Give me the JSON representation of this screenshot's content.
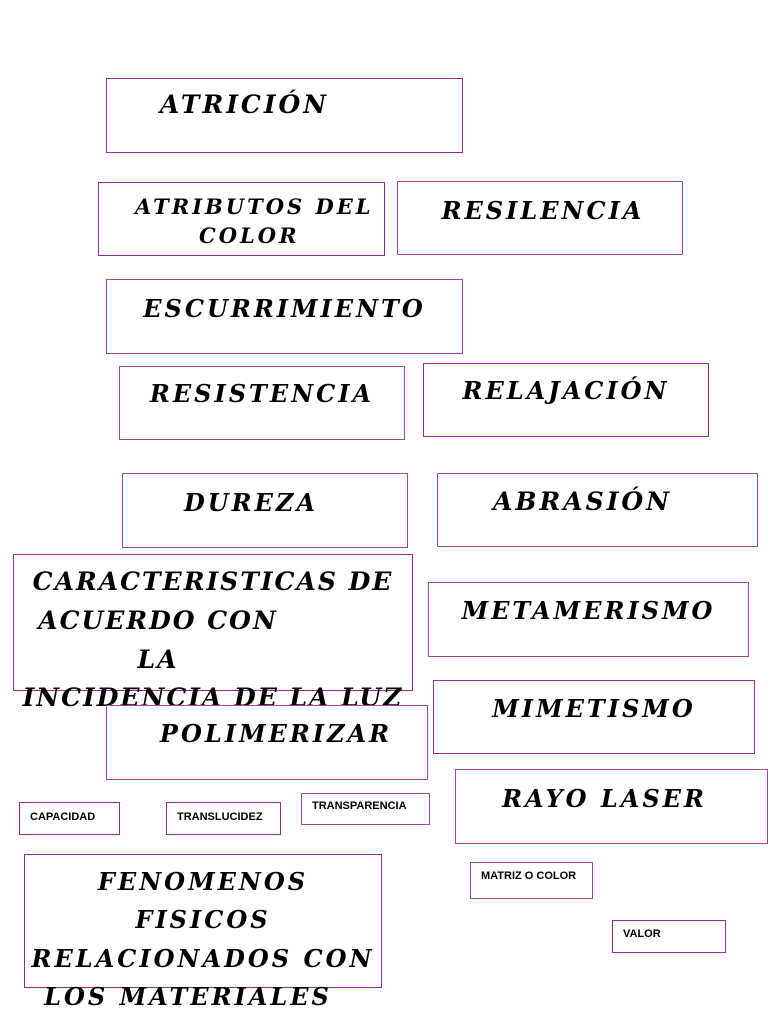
{
  "cards": {
    "atricion": "ATRICIÓN",
    "atributos_line1": "ATRIBUTOS DEL",
    "atributos_line2": "COLOR",
    "resilencia": "RESILENCIA",
    "escurrimiento": "ESCURRIMIENTO",
    "resistencia": "RESISTENCIA",
    "relajacion": "RELAJACIÓN",
    "dureza": "DUREZA",
    "abrasion": "ABRASIÓN",
    "caracteristicas_line1": "CARACTERISTICAS DE",
    "caracteristicas_line2": "ACUERDO CON LA",
    "caracteristicas_line3": "INCIDENCIA DE LA LUZ",
    "metamerismo": "METAMERISMO",
    "mimetismo": "MIMETISMO",
    "polimerizar": "POLIMERIZAR",
    "rayo_laser": "RAYO LASER",
    "capacidad": "CAPACIDAD",
    "translucidez": "TRANSLUCIDEZ",
    "transparencia": "TRANSPARENCIA",
    "fenomenos_line1": "FENOMENOS FISICOS",
    "fenomenos_line2": "RELACIONADOS CON",
    "fenomenos_line3": "LOS MATERIALES",
    "matriz_o_color": "MATRIZ O COLOR",
    "valor": "VALOR"
  },
  "colors": {
    "border": "#9c2a9c",
    "text": "#000000",
    "background": "#ffffff"
  }
}
